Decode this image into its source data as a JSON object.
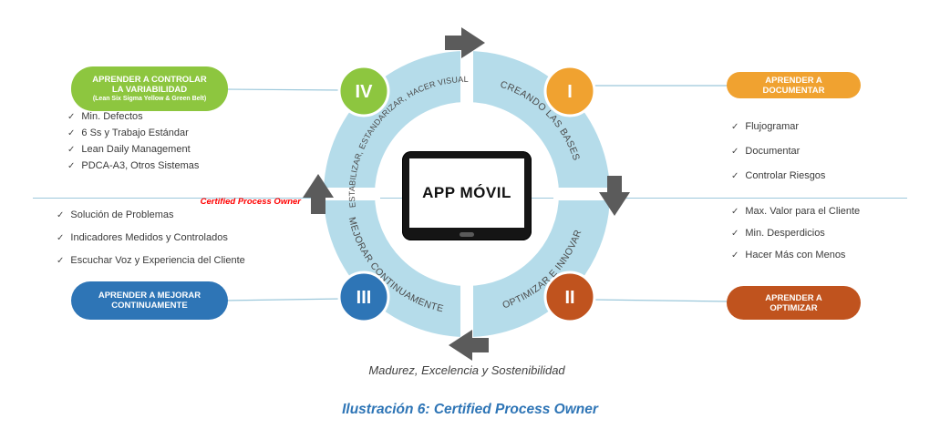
{
  "diagram": {
    "center_label": "APP MÓVIL",
    "ring": {
      "color": "#B5DCEA",
      "arc_label_top_left": "ESTABILIZAR, ESTANDARIZAR, HACER VISUAL",
      "arc_label_top_right": "CREANDO LAS BASES",
      "arc_label_bottom_left": "MEJORAR CONTINUAMENTE",
      "arc_label_bottom_right": "OPTIMIZAR E INNOVAR"
    },
    "phases": [
      {
        "numeral": "I",
        "position": "top-right",
        "color": "#F0A230"
      },
      {
        "numeral": "II",
        "position": "bottom-right",
        "color": "#C0531E"
      },
      {
        "numeral": "III",
        "position": "bottom-left",
        "color": "#2E75B6"
      },
      {
        "numeral": "IV",
        "position": "top-left",
        "color": "#8DC63F"
      }
    ],
    "arrow_color": "#5B5B5B"
  },
  "icons": {
    "check": "✓"
  },
  "panels": {
    "top_left": {
      "pill_label": "APRENDER A CONTROLAR LA VARIABILIDAD",
      "pill_sublabel": "(Lean Six Sigma Yellow & Green Belt)",
      "pill_color": "#8DC63F",
      "items": [
        "Min. Defectos",
        "6 Ss y Trabajo Estándar",
        "Lean Daily Management",
        "PDCA-A3, Otros Sistemas"
      ]
    },
    "top_right": {
      "pill_label": "APRENDER A DOCUMENTAR",
      "pill_color": "#F0A230",
      "items": [
        "Flujogramar",
        "Documentar",
        "Controlar Riesgos"
      ]
    },
    "middle_left": {
      "annotation": "Certified Process Owner",
      "annotation_color": "#FF0000",
      "items": [
        "Solución de Problemas",
        "Indicadores Medidos y Controlados",
        "Escuchar Voz y Experiencia del Cliente"
      ]
    },
    "middle_right": {
      "items": [
        "Max. Valor para el Cliente",
        "Min. Desperdicios",
        "Hacer Más con Menos"
      ]
    },
    "bottom_left": {
      "pill_label": "APRENDER A MEJORAR CONTINUAMENTE",
      "pill_color": "#2E75B6"
    },
    "bottom_right": {
      "pill_label": "APRENDER A OPTIMIZAR",
      "pill_color": "#C0531E"
    }
  },
  "footer": {
    "tagline": "Madurez, Excelencia y Sostenibilidad",
    "caption": "Ilustración 6: Certified Process Owner",
    "caption_color": "#2E75B6"
  }
}
